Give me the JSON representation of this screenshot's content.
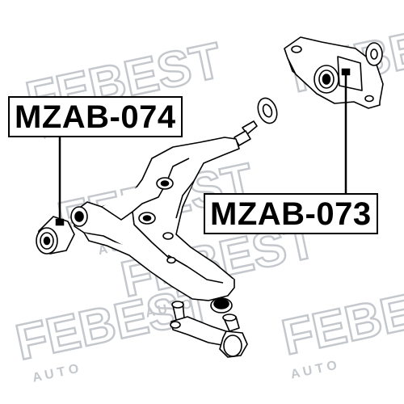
{
  "watermark": {
    "brand": "FEBEST",
    "sub": "A U T O",
    "color": "#c9cdd2"
  },
  "labels": {
    "left_part": "MZAB-074",
    "right_part": "MZAB-073"
  },
  "icons": [
    "bushing-icon",
    "control-arm-icon",
    "ball-joint-icon",
    "bracket-bushing-icon",
    "washer-icon"
  ]
}
